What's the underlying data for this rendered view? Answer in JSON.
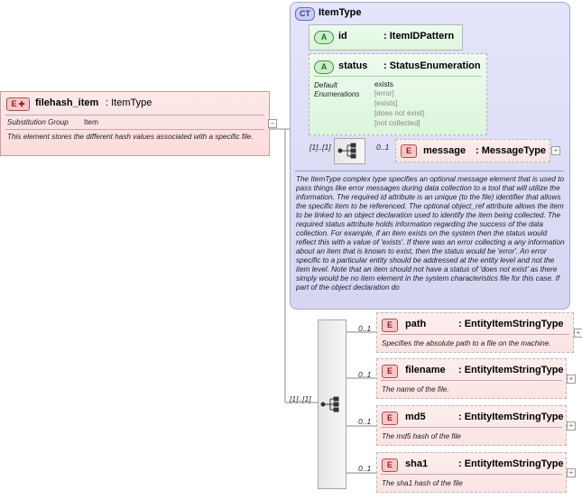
{
  "root": {
    "badge": "E",
    "name": "filehash_item",
    "type": ": ItemType",
    "subst_label": "Substitution Group",
    "subst_value": "Item",
    "description": "This element stores the different hash values associated with a specific file."
  },
  "complex_type": {
    "badge": "CT",
    "name": "ItemType",
    "id_attr": {
      "badge": "A",
      "name": "id",
      "type": ": ItemIDPattern"
    },
    "status_attr": {
      "badge": "A",
      "name": "status",
      "type": ": StatusEnumeration",
      "enum_label_1": "Default",
      "enum_label_2": "Enumerations",
      "default_value": "exists",
      "enumerations": [
        "[error]",
        "[exists]",
        "[does not exist]",
        "[not collected]"
      ]
    },
    "seq_mult": "[1]..[1]",
    "message": {
      "badge": "E",
      "name": "message",
      "type": ": MessageType",
      "mult": "0..1"
    },
    "description": "The ItemType complex type specifies an optional message element that is used to pass things like error messages during data collection to a tool that will utilize the information. The required id attribute is an unique (to the file) identifier that allows the specific item to be referenced. The optional object_ref attribute allows the item to be linked to an object declaration used to identify the item being collected. The required status attribute holds information regarding the success of the data collection. For example, if an item exists on the system then the status would reflect this with a value of 'exists'. If there was an error collecting a any information about an item that is known to exist, then the status would be 'error'. An error specific to a particular entity should be addressed at the entity level and not the item level. Note that an item should not have a status of 'does not exist' as there simply would be no item element in the system characteristics file for this case. If part of the object declaration do"
  },
  "sequence": {
    "mult": "[1]..[1]",
    "elements": [
      {
        "badge": "E",
        "name": "path",
        "type": ": EntityItemStringType",
        "mult": "0..1",
        "description": "Specifies the absolute path to a file on the machine."
      },
      {
        "badge": "E",
        "name": "filename",
        "type": ": EntityItemStringType",
        "mult": "0..1",
        "description": "The name of the file."
      },
      {
        "badge": "E",
        "name": "md5",
        "type": ": EntityItemStringType",
        "mult": "0..1",
        "description": "The md5 hash of the file"
      },
      {
        "badge": "E",
        "name": "sha1",
        "type": ": EntityItemStringType",
        "mult": "0..1",
        "description": "The sha1 hash of the file"
      }
    ]
  },
  "colors": {
    "element_bg": "#fbdcdc",
    "attribute_bg": "#dcf5dc",
    "complex_type_bg": "#dcdcf5",
    "connector": "#8a8a8a"
  },
  "icons": {
    "expand": "plus-icon",
    "sequence": "sequence-icon"
  }
}
